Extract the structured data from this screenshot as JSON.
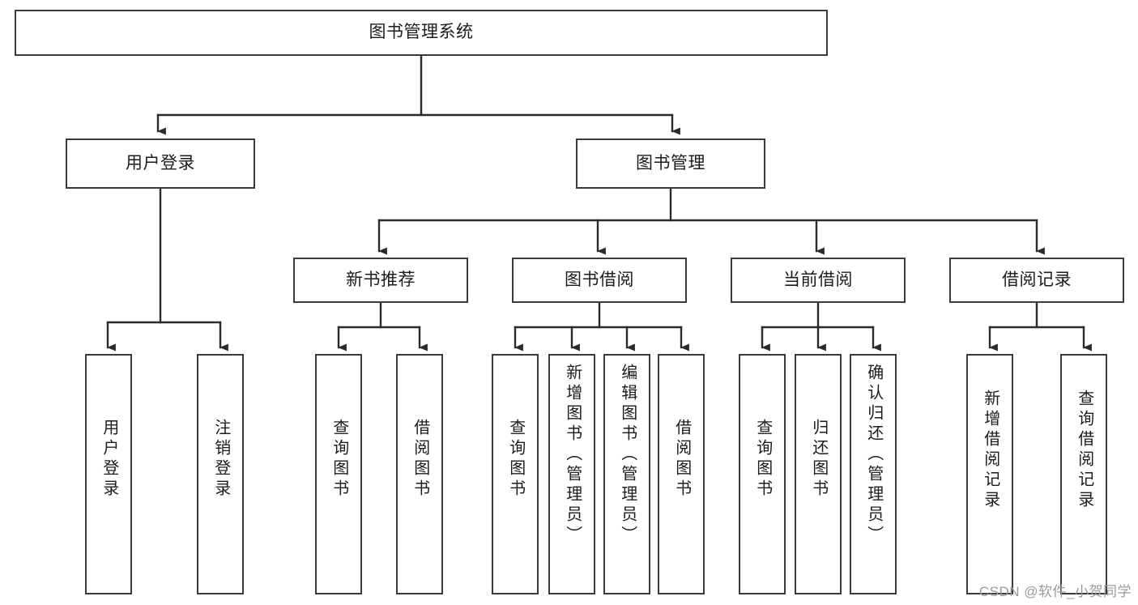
{
  "diagram": {
    "type": "tree",
    "title": "图书管理系统",
    "colors": {
      "box_border": "#3a3a3a",
      "box_fill": "#ffffff",
      "edge": "#2b2b2b",
      "text": "#1c1c1c",
      "watermark": "#9a9a9a",
      "background": "#ffffff"
    },
    "nodes": {
      "root": "图书管理系统",
      "l2": {
        "user_login": "用户登录",
        "book_manage": "图书管理"
      },
      "l3": {
        "new_book_rec": "新书推荐",
        "book_borrow": "图书借阅",
        "current_borrow": "当前借阅",
        "borrow_record": "借阅记录"
      },
      "leaves": {
        "user_login_1": "用户登录",
        "user_login_2": "注销登录",
        "new_book_rec_1": "查询图书",
        "new_book_rec_2": "借阅图书",
        "book_borrow_1": "查询图书",
        "book_borrow_2": "新增图书（管理员）",
        "book_borrow_3": "编辑图书（管理员）",
        "book_borrow_4": "借阅图书",
        "current_borrow_1": "查询图书",
        "current_borrow_2": "归还图书",
        "current_borrow_3": "确认归还（管理员）",
        "borrow_record_1": "新增借阅记录",
        "borrow_record_2": "查询借阅记录"
      }
    },
    "watermark": "CSDN @软件_小贺同学"
  }
}
